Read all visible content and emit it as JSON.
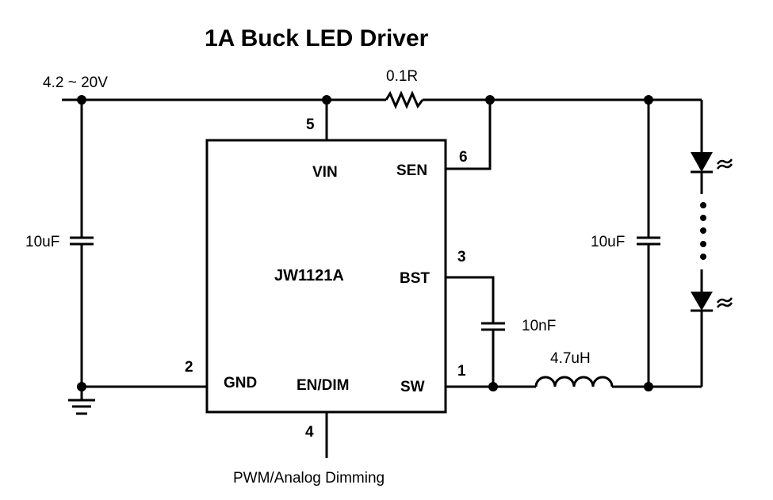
{
  "title": "1A Buck LED Driver",
  "input_voltage": "4.2 ~ 20V",
  "ic": {
    "name": "JW1121A",
    "pins": [
      {
        "number": "1",
        "name": "SW"
      },
      {
        "number": "2",
        "name": "GND"
      },
      {
        "number": "3",
        "name": "BST"
      },
      {
        "number": "4",
        "name": "EN/DIM"
      },
      {
        "number": "5",
        "name": "VIN"
      },
      {
        "number": "6",
        "name": "SEN"
      }
    ]
  },
  "components": {
    "sense_resistor": "0.1R",
    "input_cap": "10uF",
    "output_cap": "10uF",
    "boot_cap": "10nF",
    "inductor": "4.7uH"
  },
  "dimming_label": "PWM/Analog Dimming"
}
